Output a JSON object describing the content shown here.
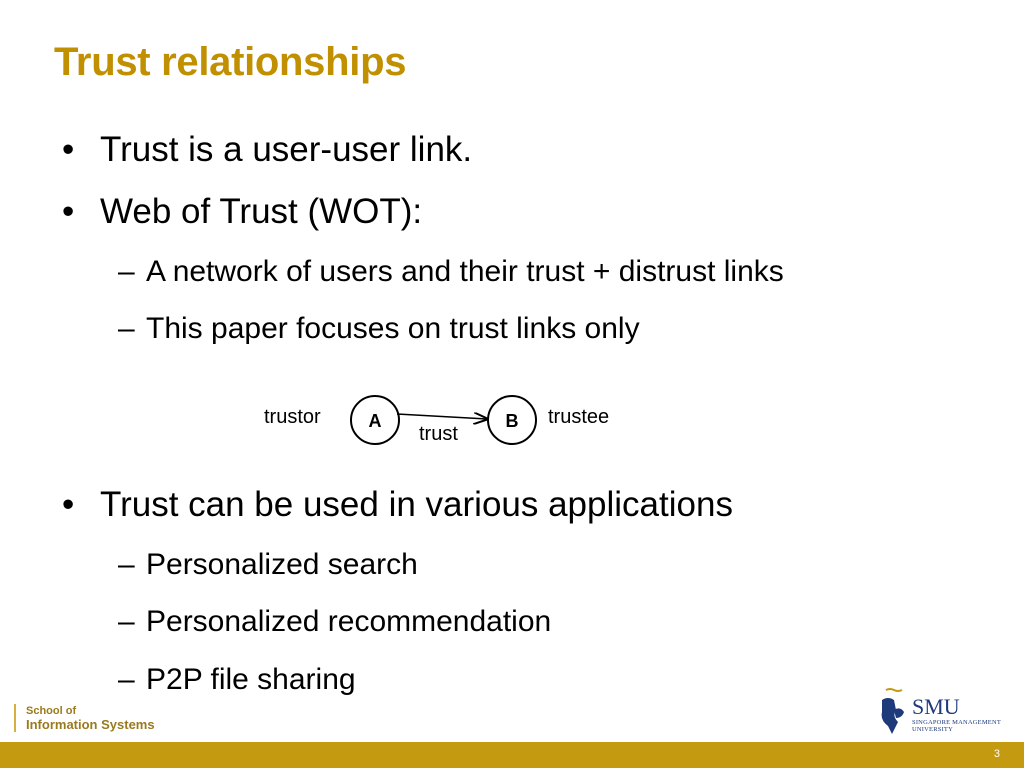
{
  "slide": {
    "title": "Trust relationships",
    "bullet_mark": "•",
    "sub_mark": "–",
    "bullets": [
      "Trust is a user-user link.",
      "Web of Trust (WOT):",
      "Trust can be used in various applications"
    ],
    "wot_sub": [
      "A network of users and their trust + distrust links",
      "This paper focuses on trust links only"
    ],
    "app_sub": [
      "Personalized search",
      "Personalized recommendation",
      "P2P file sharing"
    ]
  },
  "diagram": {
    "trustor_label": "trustor",
    "trustee_label": "trustee",
    "node_a": "A",
    "node_b": "B",
    "edge_label": "trust"
  },
  "footer": {
    "school_line1": "School of",
    "school_line2": "Information Systems",
    "logo_text": "SMU",
    "logo_subtitle_line1": "SINGAPORE MANAGEMENT",
    "logo_subtitle_line2": "UNIVERSITY",
    "page_number": "3"
  },
  "colors": {
    "title": "#C09000",
    "bar": "#C49A10",
    "logo": "#1E3A7A"
  }
}
